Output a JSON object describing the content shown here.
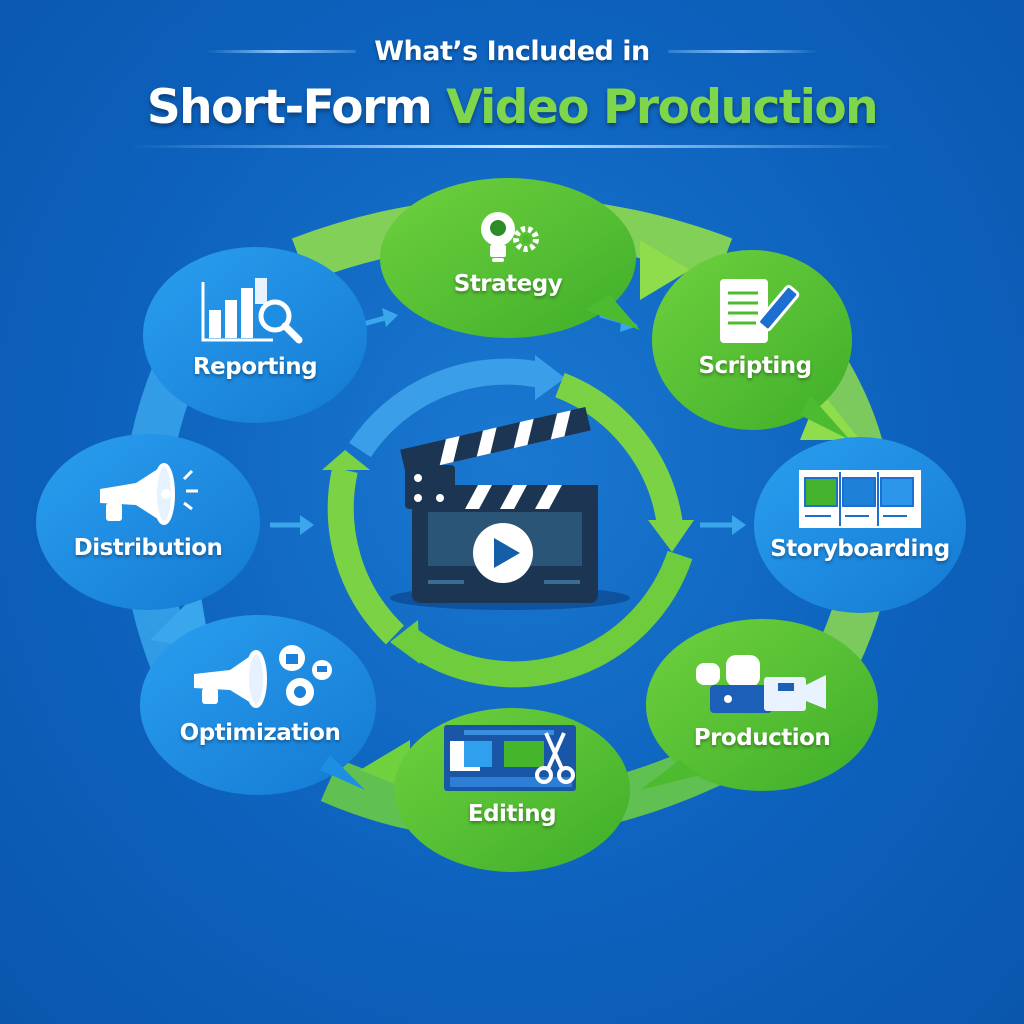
{
  "header": {
    "subtitle": "What’s Included in",
    "title_white": "Short-Form",
    "title_green": "Video Production"
  },
  "colors": {
    "background": "#0d62bd",
    "blue_bubble": "#1e8ee3",
    "green_bubble": "#4cbb2f",
    "accent_green": "#7fd64a",
    "arrow_light_green": "#8fdc4c",
    "arrow_light_blue": "#3aa6ec",
    "clapper_dark": "#1b3552"
  },
  "center": {
    "icon": "clapperboard-play-icon"
  },
  "steps": [
    {
      "label": "Strategy",
      "icon": "lightbulb-gear-icon",
      "color": "green"
    },
    {
      "label": "Scripting",
      "icon": "document-pencil-icon",
      "color": "green"
    },
    {
      "label": "Storyboarding",
      "icon": "storyboard-frames-icon",
      "color": "blue"
    },
    {
      "label": "Production",
      "icon": "video-camera-icon",
      "color": "green"
    },
    {
      "label": "Editing",
      "icon": "video-editor-scissors-icon",
      "color": "green"
    },
    {
      "label": "Optimization",
      "icon": "megaphone-social-icon",
      "color": "blue"
    },
    {
      "label": "Distribution",
      "icon": "megaphone-icon",
      "color": "blue"
    },
    {
      "label": "Reporting",
      "icon": "bar-chart-magnifier-icon",
      "color": "blue"
    }
  ]
}
